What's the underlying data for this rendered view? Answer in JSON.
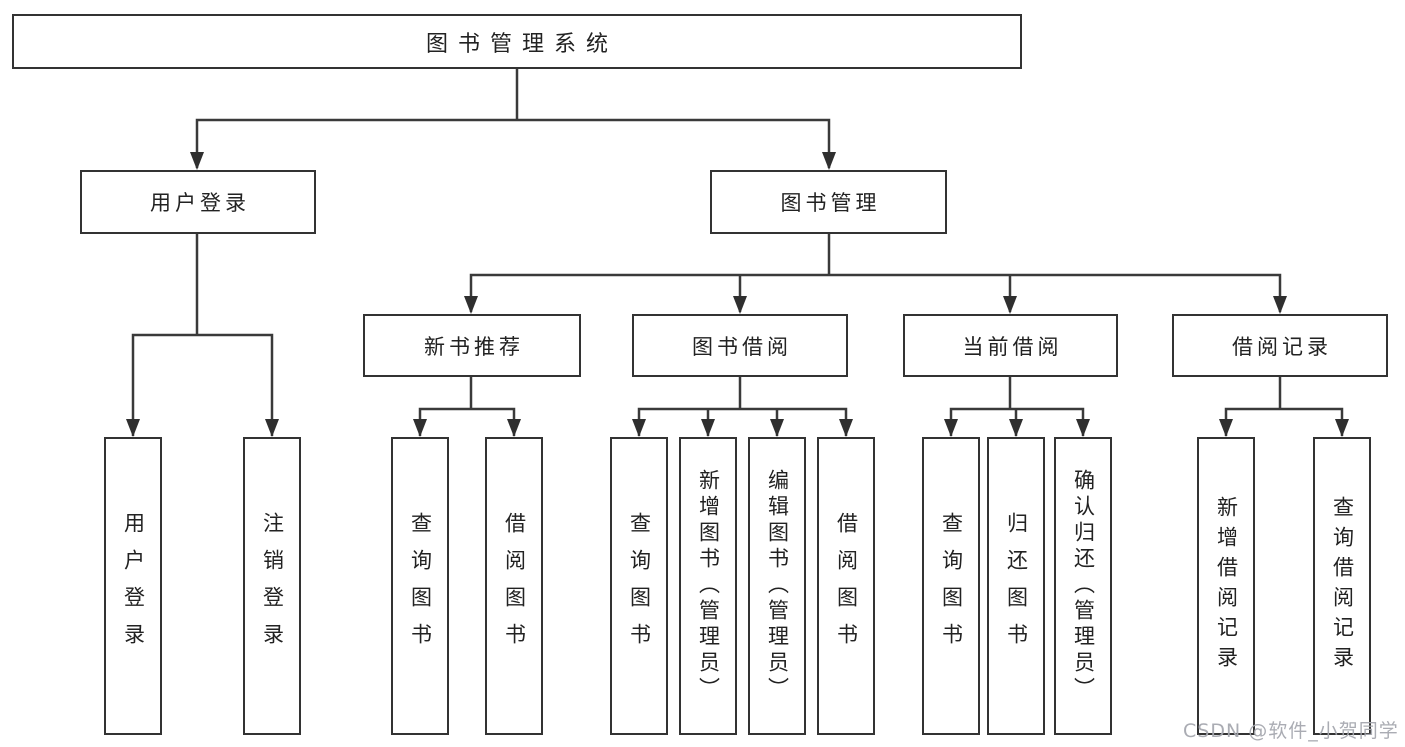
{
  "tree": {
    "label": "图书管理系统",
    "children": [
      {
        "label": "用户登录",
        "children": [
          {
            "label": "用户登录"
          },
          {
            "label": "注销登录"
          }
        ]
      },
      {
        "label": "图书管理",
        "children": [
          {
            "label": "新书推荐",
            "children": [
              {
                "label": "查询图书"
              },
              {
                "label": "借阅图书"
              }
            ]
          },
          {
            "label": "图书借阅",
            "children": [
              {
                "label": "查询图书"
              },
              {
                "label": "新增图书（管理员）"
              },
              {
                "label": "编辑图书（管理员）"
              },
              {
                "label": "借阅图书"
              }
            ]
          },
          {
            "label": "当前借阅",
            "children": [
              {
                "label": "查询图书"
              },
              {
                "label": "归还图书"
              },
              {
                "label": "确认归还（管理员）"
              }
            ]
          },
          {
            "label": "借阅记录",
            "children": [
              {
                "label": "新增借阅记录"
              },
              {
                "label": "查询借阅记录"
              }
            ]
          }
        ]
      }
    ]
  },
  "watermark": {
    "text": "CSDN @软件_小贺同学"
  },
  "colors": {
    "line": "#3a3a3a",
    "arrow": "#2f2f2f",
    "box_border": "#333333",
    "text": "#222222",
    "watermark": "#a5a8af"
  }
}
